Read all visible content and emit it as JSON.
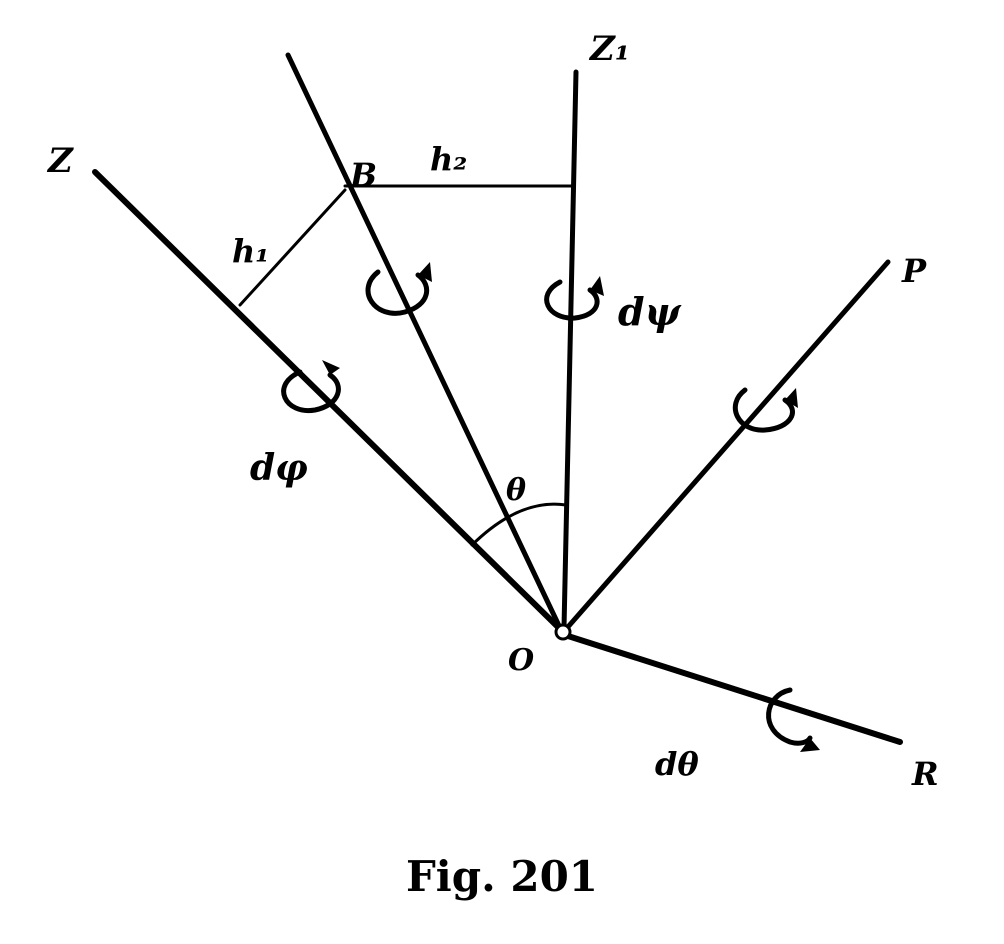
{
  "labels": {
    "z": "Z",
    "z1": "Z₁",
    "b": "B",
    "h1": "h₁",
    "h2": "h₂",
    "p": "P",
    "r": "R",
    "o": "O",
    "theta": "θ",
    "d_psi": "dψ",
    "d_phi": "dφ",
    "d_theta": "dθ"
  },
  "caption": "Fig. 201"
}
